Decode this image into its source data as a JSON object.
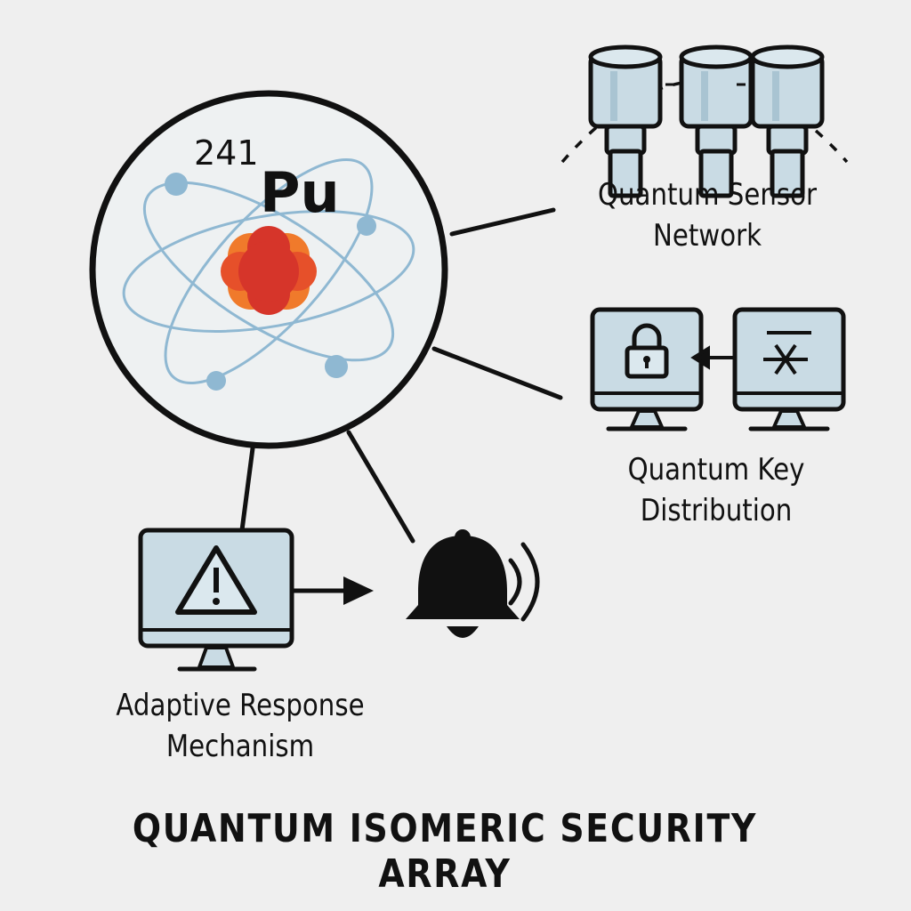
{
  "title": "QUANTUM ISOMERIC SECURITY ARRAY",
  "isotope": {
    "mass_number": "241",
    "symbol": "Pu"
  },
  "nodes": {
    "sensor_network": {
      "line1": "Quantum Sensor",
      "line2": "Network"
    },
    "key_distribution": {
      "line1": "Quantum Key",
      "line2": "Distribution"
    },
    "adaptive_response": {
      "line1": "Adaptive Response",
      "line2": "Mechanism"
    }
  },
  "icons": [
    "atom-icon",
    "sensor-cylinder-icon",
    "monitor-lock-icon",
    "monitor-cipher-icon",
    "monitor-warning-icon",
    "bell-alarm-icon"
  ],
  "colors": {
    "background": "#efefef",
    "ink": "#111111",
    "screen": "#c9dbe4",
    "orbit": "#8fb8d2",
    "electron": "#8fb8d2",
    "nucleus_red": "#d6352a",
    "nucleus_orange": "#f07a2b"
  }
}
